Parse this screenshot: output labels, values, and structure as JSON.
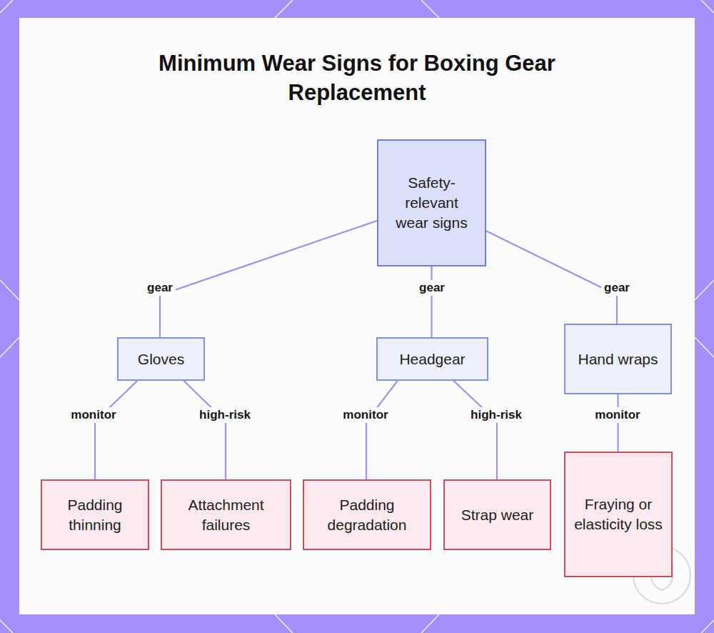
{
  "diagram": {
    "title": "Minimum Wear Signs for Boxing Gear Replacement",
    "nodes": [
      {
        "text": [
          "Safety-relevant wear signs"
        ]
      },
      {
        "text": [
          "Gloves"
        ]
      },
      {
        "text": [
          "Headgear"
        ]
      },
      {
        "text": [
          "Hand wraps"
        ]
      },
      {
        "text": [
          "Padding thinning"
        ]
      },
      {
        "text": [
          "Attachment failures"
        ]
      },
      {
        "text": [
          "Padding degradation"
        ]
      },
      {
        "text": [
          "Strap wear"
        ]
      },
      {
        "text": [
          "Fraying or elasticity loss"
        ]
      }
    ],
    "edges": [
      {
        "from": 0,
        "to": 1,
        "label": "gear",
        "arrow": "none"
      },
      {
        "from": 0,
        "to": 2,
        "label": "gear",
        "arrow": "none"
      },
      {
        "from": 0,
        "to": 3,
        "label": "gear",
        "arrow": "none"
      },
      {
        "from": 1,
        "to": 4,
        "label": "monitor",
        "arrow": "none"
      },
      {
        "from": 1,
        "to": 5,
        "label": "high-risk",
        "arrow": "none"
      },
      {
        "from": 2,
        "to": 6,
        "label": "monitor",
        "arrow": "none"
      },
      {
        "from": 2,
        "to": 7,
        "label": "high-risk",
        "arrow": "none"
      },
      {
        "from": 3,
        "to": 8,
        "label": "monitor",
        "arrow": "none"
      }
    ]
  }
}
